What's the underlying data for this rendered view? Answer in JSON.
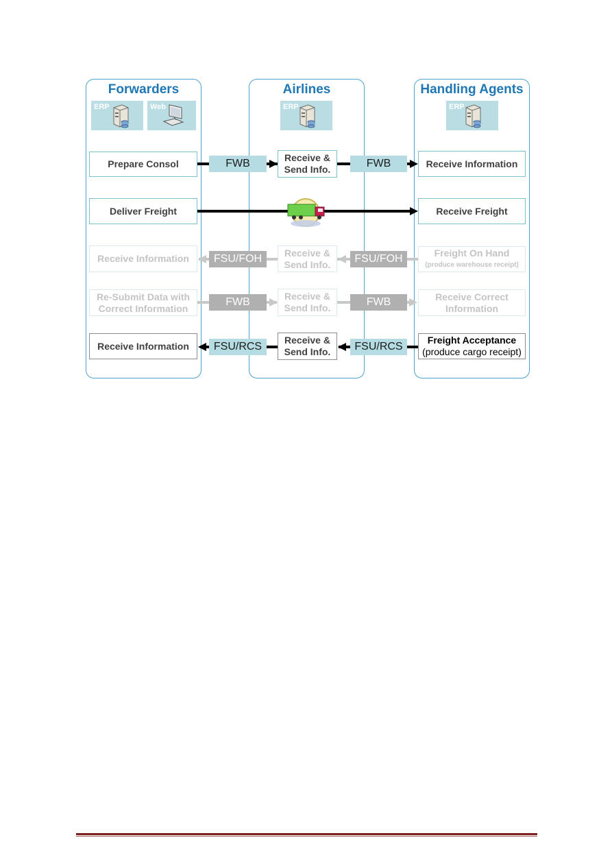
{
  "lanes": {
    "forwarders": "Forwarders",
    "airlines": "Airlines",
    "handling": "Handling Agents"
  },
  "systems": {
    "forwarders": [
      "ERP",
      "Web"
    ],
    "airlines": [
      "ERP"
    ],
    "handling": [
      "ERP"
    ]
  },
  "rows": [
    {
      "forwarder": "Prepare Consol",
      "msg_left": "FWB",
      "airline": [
        "Receive &",
        "Send Info."
      ],
      "msg_right": "FWB",
      "handler": "Receive Information",
      "direction": "right",
      "faded": false
    },
    {
      "forwarder": "Deliver Freight",
      "handler": "Receive Freight",
      "direction": "right",
      "transport_icon": "truck-icon",
      "faded": false
    },
    {
      "forwarder": "Receive Information",
      "msg_left": "FSU/FOH",
      "airline": [
        "Receive &",
        "Send Info."
      ],
      "msg_right": "FSU/FOH",
      "handler": "Freight On Hand",
      "handler_sub": "(produce warehouse receipt)",
      "direction": "left",
      "faded": true
    },
    {
      "forwarder": [
        "Re-Submit Data with",
        "Correct Information"
      ],
      "msg_left": "FWB",
      "airline": [
        "Receive &",
        "Send Info."
      ],
      "msg_right": "FWB",
      "handler": [
        "Receive Correct",
        "Information"
      ],
      "direction": "right",
      "faded": true
    },
    {
      "forwarder": "Receive Information",
      "msg_left": "FSU/RCS",
      "airline": [
        "Receive &",
        "Send Info."
      ],
      "msg_right": "FSU/RCS",
      "handler": "Freight Acceptance",
      "handler_sub": "(produce cargo receipt)",
      "direction": "left",
      "faded": false
    }
  ],
  "colors": {
    "lane_border": "#4aa3c8",
    "title": "#1f77b4",
    "msg_fill": "#b5dce3",
    "msg_fill_faded": "#b0b0b0",
    "footer_rule": "#7a2020"
  }
}
